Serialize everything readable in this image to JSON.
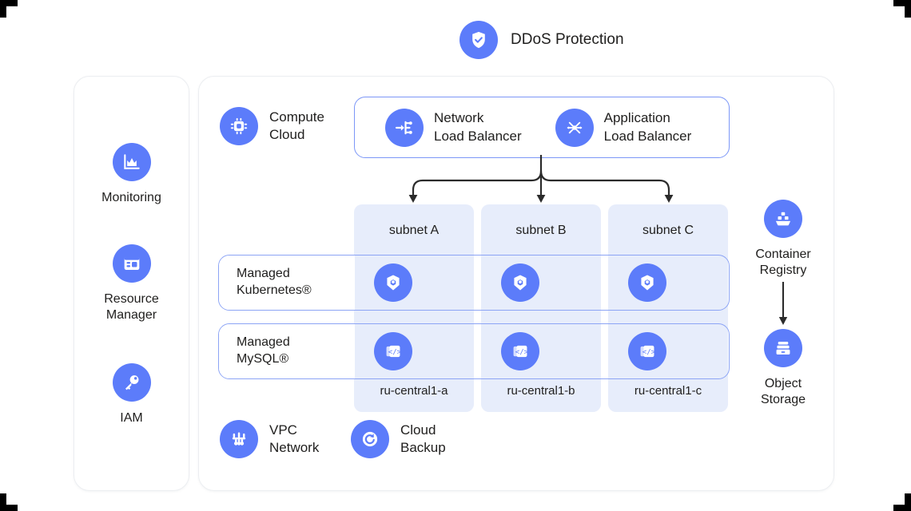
{
  "theme": {
    "accent": "#5c7cfa",
    "panel_border": "#eceef1",
    "subnet_bg": "#e7edfb",
    "row_border": "#8ca4f5",
    "lb_border": "#7c97f7",
    "text": "#21201f",
    "connector": "#2b2b2b",
    "background": "#ffffff"
  },
  "header": {
    "title": "DDoS Protection",
    "icon": "shield-check-icon"
  },
  "sidebar": {
    "items": [
      {
        "label": "Monitoring",
        "icon": "monitoring-chart-icon"
      },
      {
        "label": "Resource Manager",
        "line1": "Resource",
        "line2": "Manager",
        "icon": "resource-manager-icon"
      },
      {
        "label": "IAM",
        "icon": "key-icon"
      }
    ]
  },
  "main": {
    "compute": {
      "line1": "Compute",
      "line2": "Cloud",
      "icon": "cpu-chip-icon"
    },
    "load_balancers": [
      {
        "line1": "Network",
        "line2": "Load Balancer",
        "icon": "network-load-balancer-icon"
      },
      {
        "line1": "Application",
        "line2": "Load Balancer",
        "icon": "application-load-balancer-icon"
      }
    ],
    "subnets": [
      {
        "title": "subnet A",
        "zone": "ru-central1-a"
      },
      {
        "title": "subnet B",
        "zone": "ru-central1-b"
      },
      {
        "title": "subnet C",
        "zone": "ru-central1-c"
      }
    ],
    "service_rows": [
      {
        "line1": "Managed",
        "line2": "Kubernetes®",
        "icon": "kubernetes-icon",
        "instances": 3
      },
      {
        "line1": "Managed",
        "line2": "MySQL®",
        "icon": "mysql-database-icon",
        "instances": 3
      }
    ],
    "bottom_services": [
      {
        "line1": "VPC",
        "line2": "Network",
        "icon": "vpc-network-icon"
      },
      {
        "line1": "Cloud",
        "line2": "Backup",
        "icon": "cloud-backup-icon"
      }
    ]
  },
  "right_column": {
    "items": [
      {
        "line1": "Container",
        "line2": "Registry",
        "icon": "container-registry-icon"
      },
      {
        "line1": "Object",
        "line2": "Storage",
        "icon": "object-storage-icon"
      }
    ],
    "arrow": "down-arrow-icon"
  }
}
